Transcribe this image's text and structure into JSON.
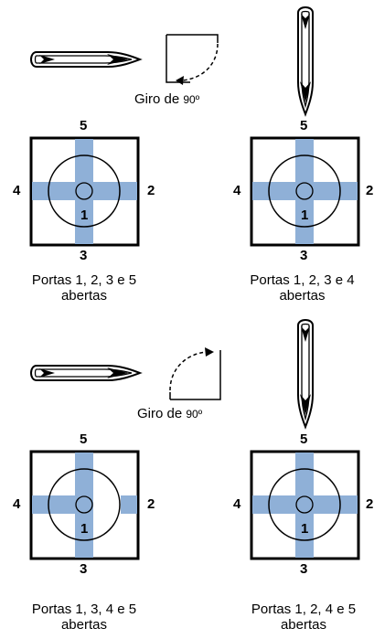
{
  "rotation_label": "Giro de ",
  "rotation_degrees": "90º",
  "panels": [
    {
      "ports": {
        "top": "5",
        "left": "4",
        "right": "2",
        "center": "1",
        "bottom": "3"
      },
      "caption_line1": "Portas 1, 2, 3 e 5",
      "caption_line2": "abertas"
    },
    {
      "ports": {
        "top": "5",
        "left": "4",
        "right": "2",
        "center": "1",
        "bottom": "3"
      },
      "caption_line1": "Portas 1, 2, 3 e 4",
      "caption_line2": "abertas"
    },
    {
      "ports": {
        "top": "5",
        "left": "4",
        "right": "2",
        "center": "1",
        "bottom": "3"
      },
      "caption_line1": "Portas 1, 3, 4 e 5",
      "caption_line2": "abertas"
    },
    {
      "ports": {
        "top": "5",
        "left": "4",
        "right": "2",
        "center": "1",
        "bottom": "3"
      },
      "caption_line1": "Portas 1, 2, 4 e 5",
      "caption_line2": "abertas"
    }
  ],
  "colors": {
    "channel": "#8fb0d7",
    "line": "#000000",
    "background": "#ffffff"
  }
}
